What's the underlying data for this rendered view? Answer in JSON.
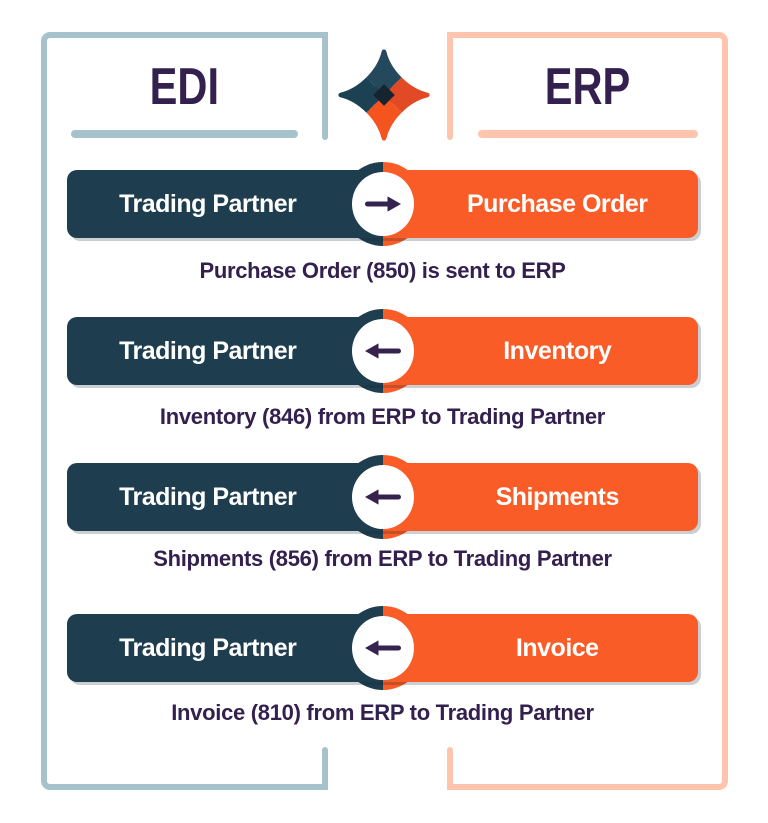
{
  "header": {
    "edi_label": "EDI",
    "erp_label": "ERP"
  },
  "logo": {
    "name": "four-point-star-logo"
  },
  "rows": [
    {
      "left_label": "Trading Partner",
      "right_label": "Purchase Order",
      "direction": "right",
      "caption": "Purchase Order (850) is sent to ERP"
    },
    {
      "left_label": "Trading Partner",
      "right_label": "Inventory",
      "direction": "left",
      "caption": "Inventory (846) from ERP to Trading Partner"
    },
    {
      "left_label": "Trading Partner",
      "right_label": "Shipments",
      "direction": "left",
      "caption": "Shipments (856) from ERP to Trading Partner"
    },
    {
      "left_label": "Trading Partner",
      "right_label": "Invoice",
      "direction": "left",
      "caption": "Invoice (810) from ERP to Trading Partner"
    }
  ],
  "colors": {
    "teal_bar": "#1E3D4E",
    "orange_bar": "#F95C26",
    "edi_bracket": "#A6C3CB",
    "erp_bracket": "#FDC5AD",
    "heading_text": "#33204E",
    "caption_text": "#33204E",
    "arrow": "#35234F",
    "bar_text": "#FFFFFF",
    "logo_navy_top": "#24495C",
    "logo_teal_left": "#1C4152",
    "logo_orange_right": "#E24A26",
    "logo_orange_bottom": "#F4541E",
    "logo_center_diamond": "#16242F"
  }
}
